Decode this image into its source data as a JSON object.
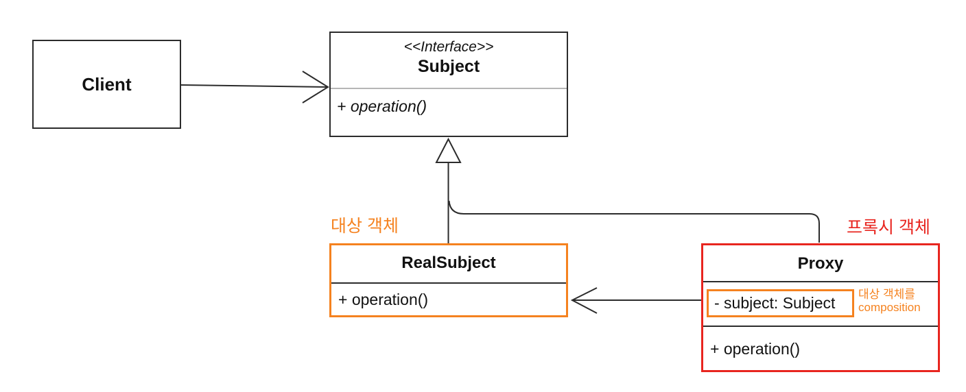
{
  "client": {
    "title": "Client"
  },
  "subject": {
    "stereotype": "<<Interface>>",
    "title": "Subject",
    "operation": "+ operation()"
  },
  "realsubject": {
    "label": "대상 객체",
    "title": "RealSubject",
    "operation": "+ operation()"
  },
  "proxy": {
    "label": "프록시 객체",
    "title": "Proxy",
    "attribute": "- subject: Subject",
    "annotation": [
      "대상 객체를",
      "composition"
    ],
    "operation": "+ operation()"
  },
  "relations": {
    "client_to_subject": "association-open-arrow",
    "realsubject_to_subject": "generalization-hollow-triangle",
    "proxy_to_subject": "generalization-branch",
    "proxy_to_realsubject": "association-open-arrow"
  },
  "colors": {
    "orange": "#F5821F",
    "red": "#E8251F",
    "line": "#2b2b2b",
    "gray": "#b5b5b5"
  }
}
